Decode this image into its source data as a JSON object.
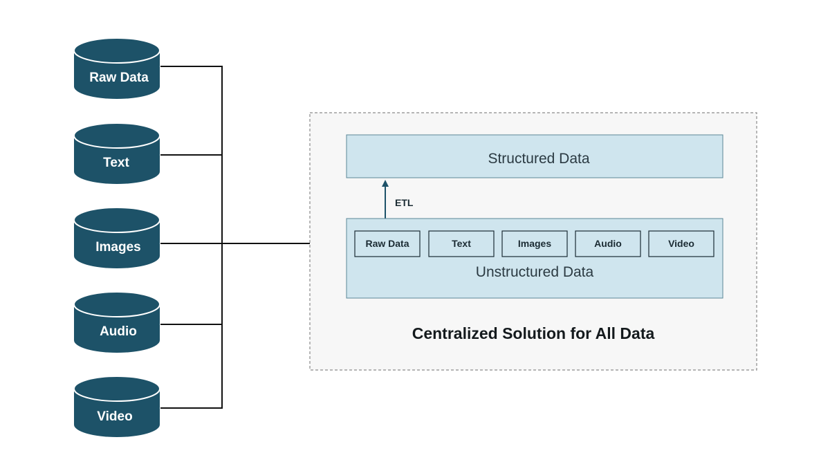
{
  "sources": [
    {
      "label": "Raw Data"
    },
    {
      "label": "Text"
    },
    {
      "label": "Images"
    },
    {
      "label": "Audio"
    },
    {
      "label": "Video"
    }
  ],
  "solution": {
    "structured_label": "Structured Data",
    "etl_label": "ETL",
    "unstructured_label": "Unstructured Data",
    "chips": [
      {
        "label": "Raw Data"
      },
      {
        "label": "Text"
      },
      {
        "label": "Images"
      },
      {
        "label": "Audio"
      },
      {
        "label": "Video"
      }
    ],
    "caption": "Centralized Solution for All Data"
  },
  "colors": {
    "cylinder": "#1d5268",
    "panel_fill": "#cfe5ee",
    "panel_border": "#5b8797",
    "arrow": "#111111",
    "etl_arrow": "#1d5268"
  }
}
